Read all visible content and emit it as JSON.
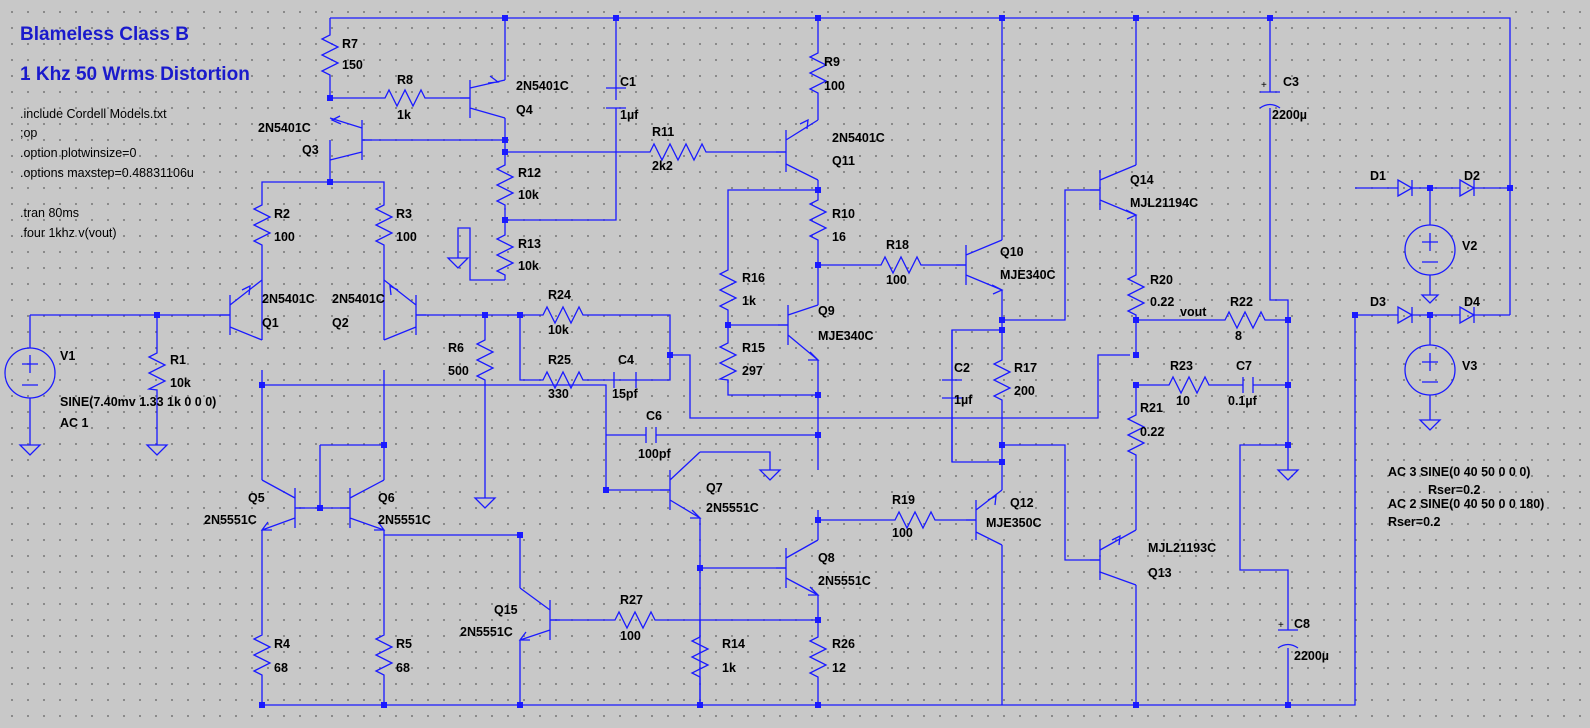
{
  "title": {
    "line1": "Blameless Class B",
    "line2": "1 Khz 50 Wrms Distortion"
  },
  "directives": [
    ".include Cordell Models.txt",
    ";op",
    ".option plotwinsize=0",
    ".options maxstep=0.48831106u",
    ".tran 80ms",
    ".four 1khz v(vout)"
  ],
  "sources_text": {
    "v1_name": "V1",
    "v1_sine": "SINE(7.40mv 1.33 1k 0 0 0)",
    "v1_ac": "AC 1",
    "v2_name": "V2",
    "v3_name": "V3",
    "ac3": "AC 3   SINE(0 40 50 0 0 0)",
    "ac3_rser": "Rser=0.2",
    "ac2": "AC 2   SINE(0 40 50 0 0 180)",
    "ac2_rser": "Rser=0.2"
  },
  "net_label": "vout",
  "resistors": [
    {
      "name": "R7",
      "value": "150"
    },
    {
      "name": "R8",
      "value": "1k"
    },
    {
      "name": "R9",
      "value": "100"
    },
    {
      "name": "R11",
      "value": "2k2"
    },
    {
      "name": "R12",
      "value": "10k"
    },
    {
      "name": "R13",
      "value": "10k"
    },
    {
      "name": "R2",
      "value": "100"
    },
    {
      "name": "R3",
      "value": "100"
    },
    {
      "name": "R10",
      "value": "16"
    },
    {
      "name": "R18",
      "value": "100"
    },
    {
      "name": "R16",
      "value": "1k"
    },
    {
      "name": "R15",
      "value": "297"
    },
    {
      "name": "R1",
      "value": "10k"
    },
    {
      "name": "R6",
      "value": "500"
    },
    {
      "name": "R24",
      "value": "10k"
    },
    {
      "name": "R25",
      "value": "330"
    },
    {
      "name": "R20",
      "value": "0.22"
    },
    {
      "name": "R22",
      "value": "8"
    },
    {
      "name": "R23",
      "value": "10"
    },
    {
      "name": "R21",
      "value": "0.22"
    },
    {
      "name": "R17",
      "value": "200"
    },
    {
      "name": "R19",
      "value": "100"
    },
    {
      "name": "R27",
      "value": "100"
    },
    {
      "name": "R14",
      "value": "1k"
    },
    {
      "name": "R26",
      "value": "12"
    },
    {
      "name": "R4",
      "value": "68"
    },
    {
      "name": "R5",
      "value": "68"
    }
  ],
  "capacitors": [
    {
      "name": "C1",
      "value": "1µf"
    },
    {
      "name": "C3",
      "value": "2200µ"
    },
    {
      "name": "C4",
      "value": "15pf"
    },
    {
      "name": "C2",
      "value": "1µf"
    },
    {
      "name": "C7",
      "value": "0.1µf"
    },
    {
      "name": "C6",
      "value": "100pf"
    },
    {
      "name": "C8",
      "value": "2200µ"
    }
  ],
  "transistors": [
    {
      "name": "Q4",
      "model": "2N5401C"
    },
    {
      "name": "Q3",
      "model": "2N5401C"
    },
    {
      "name": "Q11",
      "model": "2N5401C"
    },
    {
      "name": "Q1",
      "model": "2N5401C"
    },
    {
      "name": "Q2",
      "model": "2N5401C"
    },
    {
      "name": "Q14",
      "model": "MJL21194C"
    },
    {
      "name": "Q10",
      "model": "MJE340C"
    },
    {
      "name": "Q9",
      "model": "MJE340C"
    },
    {
      "name": "Q5",
      "model": "2N5551C"
    },
    {
      "name": "Q6",
      "model": "2N5551C"
    },
    {
      "name": "Q7",
      "model": "2N5551C"
    },
    {
      "name": "Q12",
      "model": "MJE350C"
    },
    {
      "name": "Q13",
      "model": "MJL21193C"
    },
    {
      "name": "Q8",
      "model": "2N5551C"
    },
    {
      "name": "Q15",
      "model": "2N5551C"
    }
  ],
  "diodes": [
    "D1",
    "D2",
    "D3",
    "D4"
  ]
}
